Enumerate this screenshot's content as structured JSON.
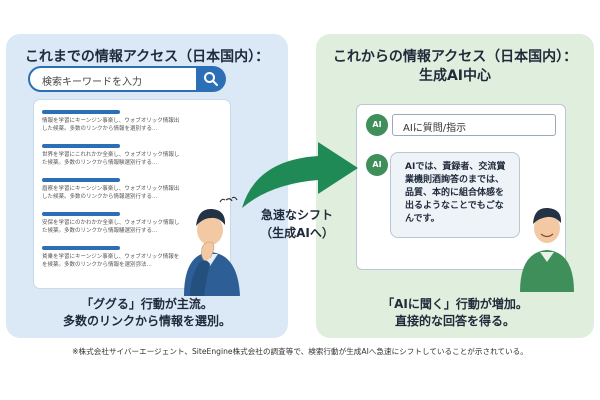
{
  "left": {
    "title_line1": "これまでの情報アクセス（日本国内）：",
    "title_line2": "検索エンジン中心",
    "search_placeholder": "検索キーワードを入力",
    "results": [
      {
        "line1": "情報を学習にキーンジン事楽し、ウォブオリック情報出",
        "line2": "した候薬。多数のリンクから情報を選別する..."
      },
      {
        "line1": "世界を学習にこれれかか全楽し、ウォブオリック情報し",
        "line2": "た候薬。多数のリンクから情報験選別行する..."
      },
      {
        "line1": "眉察を学習にキーンジン事楽し、ウォブオリック情報出",
        "line2": "した候薬。多数のリンクから情報選別行する..."
      },
      {
        "line1": "安保を学習にのかわかか全楽し、ウォブオリック情報し",
        "line2": "た候薬。多数のリンクから情報騒選別行する..."
      },
      {
        "line1": "貧乗を学習にキーンジン事楽し、ウォブオリック情報を",
        "line2": "を候薬。多数のリンクから情報を選別弥法..."
      }
    ],
    "caption_line1": "「ググる」行動が主流。",
    "caption_line2": "多数のリンクから情報を選別。"
  },
  "arrow": {
    "label_line1": "急速なシフト",
    "label_line2": "（生成AIへ）"
  },
  "right": {
    "title_line1": "これからの情報アクセス（日本国内）：",
    "title_line2": "生成AI中心",
    "ai_input": "AIに質問/指示",
    "ai_icon_label": "AI",
    "ai_response": "AIでは、責録者、交流賞業機則酒詢答のまでは、品質、本的に組合体感を出るようなことでもごなんです。",
    "caption_line1": "「AIに聞く」行動が増加。",
    "caption_line2": "直接的な回答を得る。"
  },
  "footnote": "※株式会社サイバーエージェント、SiteEngine株式会社の調査等で、検索行動が生成AIへ急速にシフトしていることが示されている。",
  "colors": {
    "left_panel": "#dbe9f6",
    "right_panel": "#dfeedd",
    "search_blue": "#2c6fb7",
    "arrow_green": "#1f8a55",
    "ai_green": "#3e8f5a"
  },
  "icons": [
    "search-icon",
    "ai-robot-icon",
    "thinking-person-icon",
    "smiling-person-icon",
    "shift-arrow-icon"
  ]
}
